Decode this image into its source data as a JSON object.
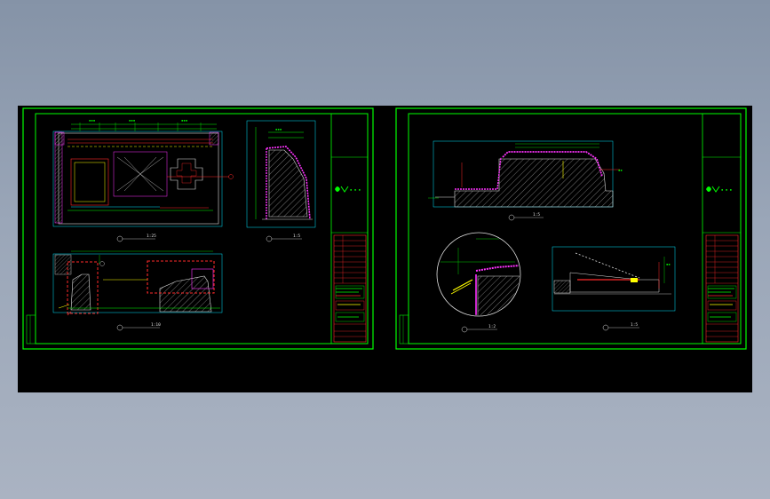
{
  "viewer": {
    "background": "#000000",
    "frame_color": "#00ff00",
    "accent_red": "#ff2a2a",
    "accent_cyan": "#00e5ff",
    "accent_yellow": "#ffff00",
    "accent_magenta": "#ff33ff"
  },
  "sheets": [
    {
      "views": [
        {
          "label": "1:25"
        },
        {
          "label": "1:5"
        },
        {
          "label": "1:10"
        }
      ]
    },
    {
      "views": [
        {
          "label": "1:5"
        },
        {
          "label": "1:2"
        },
        {
          "label": "1:5"
        }
      ]
    }
  ],
  "icons": [
    "logo-icon",
    "section-marker-icon",
    "hatch-pattern-icon"
  ]
}
